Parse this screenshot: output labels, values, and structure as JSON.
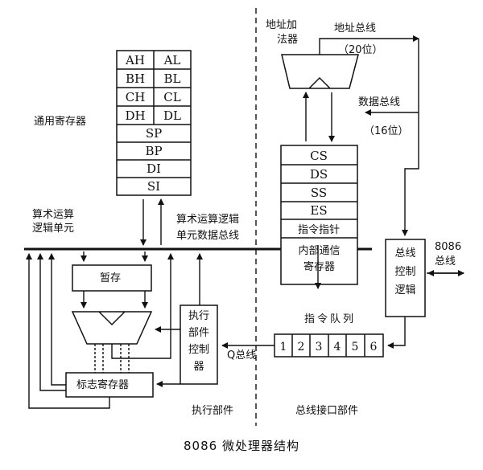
{
  "gp_registers": {
    "label": "通用寄存器",
    "pairs": [
      [
        "AH",
        "AL"
      ],
      [
        "BH",
        "BL"
      ],
      [
        "CH",
        "CL"
      ],
      [
        "DH",
        "DL"
      ]
    ],
    "singles": [
      "SP",
      "BP",
      "DI",
      "SI"
    ]
  },
  "alu_label": [
    "算术运算",
    "逻辑单元"
  ],
  "alu_bus_label": [
    "算术运算逻辑",
    "单元数据总线"
  ],
  "temp_register": "暂存",
  "flags_register": "标志寄存器",
  "eu_control": [
    "执行",
    "部件",
    "控制",
    "器"
  ],
  "q_bus": "Q总线",
  "segment_registers": [
    "CS",
    "DS",
    "SS",
    "ES",
    "指令指针"
  ],
  "internal_comm": [
    "内部通信",
    "寄存器"
  ],
  "address_adder": [
    "地址加",
    "法器"
  ],
  "address_bus": {
    "label": "地址总线",
    "width": "（20位）"
  },
  "data_bus": {
    "label": "数据总线",
    "width": "（16位）"
  },
  "bus_control": [
    "总线",
    "控制",
    "逻辑"
  ],
  "external_bus": [
    "8086",
    "总线"
  ],
  "instruction_queue": {
    "label": "指令队列",
    "slots": [
      "1",
      "2",
      "3",
      "4",
      "5",
      "6"
    ]
  },
  "eu_label": "执行部件",
  "biu_label": "总线接口部件",
  "caption": "8086 微处理器结构"
}
